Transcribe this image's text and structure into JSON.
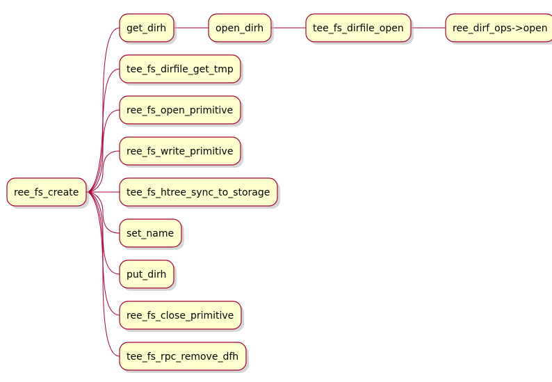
{
  "colors": {
    "node_fill": "#fefece",
    "node_border": "#a80036",
    "edge": "#a80036",
    "text": "#000000"
  },
  "root": {
    "label": "ree_fs_create",
    "children": [
      {
        "label": "get_dirh",
        "children": [
          {
            "label": "open_dirh",
            "children": [
              {
                "label": "tee_fs_dirfile_open",
                "children": [
                  {
                    "label": "ree_dirf_ops->open",
                    "children": []
                  }
                ]
              }
            ]
          }
        ]
      },
      {
        "label": "tee_fs_dirfile_get_tmp",
        "children": []
      },
      {
        "label": "ree_fs_open_primitive",
        "children": []
      },
      {
        "label": "ree_fs_write_primitive",
        "children": []
      },
      {
        "label": "tee_fs_htree_sync_to_storage",
        "children": []
      },
      {
        "label": "set_name",
        "children": []
      },
      {
        "label": "put_dirh",
        "children": []
      },
      {
        "label": "ree_fs_close_primitive",
        "children": []
      },
      {
        "label": "tee_fs_rpc_remove_dfh",
        "children": []
      }
    ]
  }
}
